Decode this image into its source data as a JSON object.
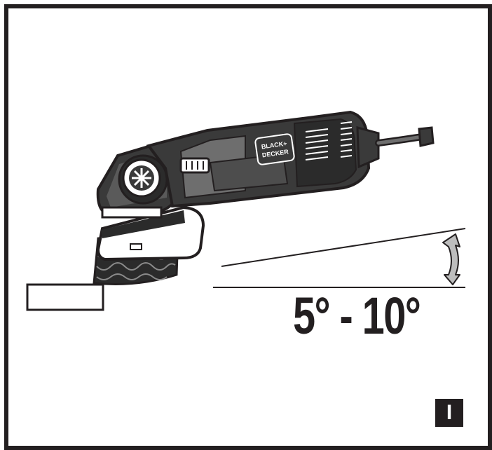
{
  "figure": {
    "angle_label": "5° - 10°",
    "badge_letter": "I",
    "brand_line1": "BLACK+",
    "brand_line2": "DECKER",
    "colors": {
      "ink": "#231f20",
      "tool_body": "#3a3a3a",
      "tool_panel": "#6e6e6e",
      "arrow_fill": "#bdbdbd",
      "background": "#ffffff"
    },
    "icons": [
      "double-headed-arc-arrow-icon",
      "spindle-lock-knob-icon"
    ]
  }
}
